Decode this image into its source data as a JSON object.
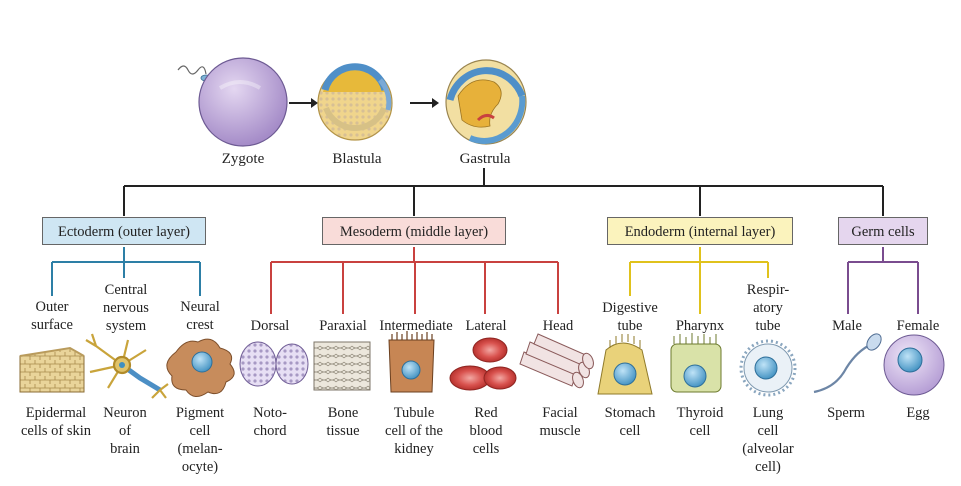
{
  "stages": [
    {
      "label": "Zygote"
    },
    {
      "label": "Blastula"
    },
    {
      "label": "Gastrula"
    }
  ],
  "layers": [
    {
      "label": "Ectoderm (outer layer)",
      "color": "#2d7fa6",
      "fill": "#cfe6f3"
    },
    {
      "label": "Mesoderm (middle layer)",
      "color": "#c9413f",
      "fill": "#f9dcd9"
    },
    {
      "label": "Endoderm (internal layer)",
      "color": "#e0c21c",
      "fill": "#fbf3bd"
    },
    {
      "label": "Germ cells",
      "color": "#7a4c8f",
      "fill": "#e5d6ee"
    }
  ],
  "ectoderm": {
    "origins": [
      "Outer\nsurface",
      "Central\nnervous\nsystem",
      "Neural\ncrest"
    ],
    "cells": [
      "Epidermal\ncells of skin",
      "Neuron\nof\nbrain",
      "Pigment\ncell\n(melan-\nocyte)"
    ]
  },
  "mesoderm": {
    "origins": [
      "Dorsal",
      "Paraxial",
      "Intermediate",
      "Lateral",
      "Head"
    ],
    "cells": [
      "Noto-\nchord",
      "Bone\ntissue",
      "Tubule\ncell of the\nkidney",
      "Red\nblood\ncells",
      "Facial\nmuscle"
    ]
  },
  "endoderm": {
    "origins": [
      "Digestive\ntube",
      "Pharynx",
      "Respir-\natory\ntube"
    ],
    "cells": [
      "Stomach\ncell",
      "Thyroid\ncell",
      "Lung\ncell\n(alveolar\ncell)"
    ]
  },
  "germ": {
    "origins": [
      "Male",
      "Female"
    ],
    "cells": [
      "Sperm",
      "Egg"
    ]
  }
}
